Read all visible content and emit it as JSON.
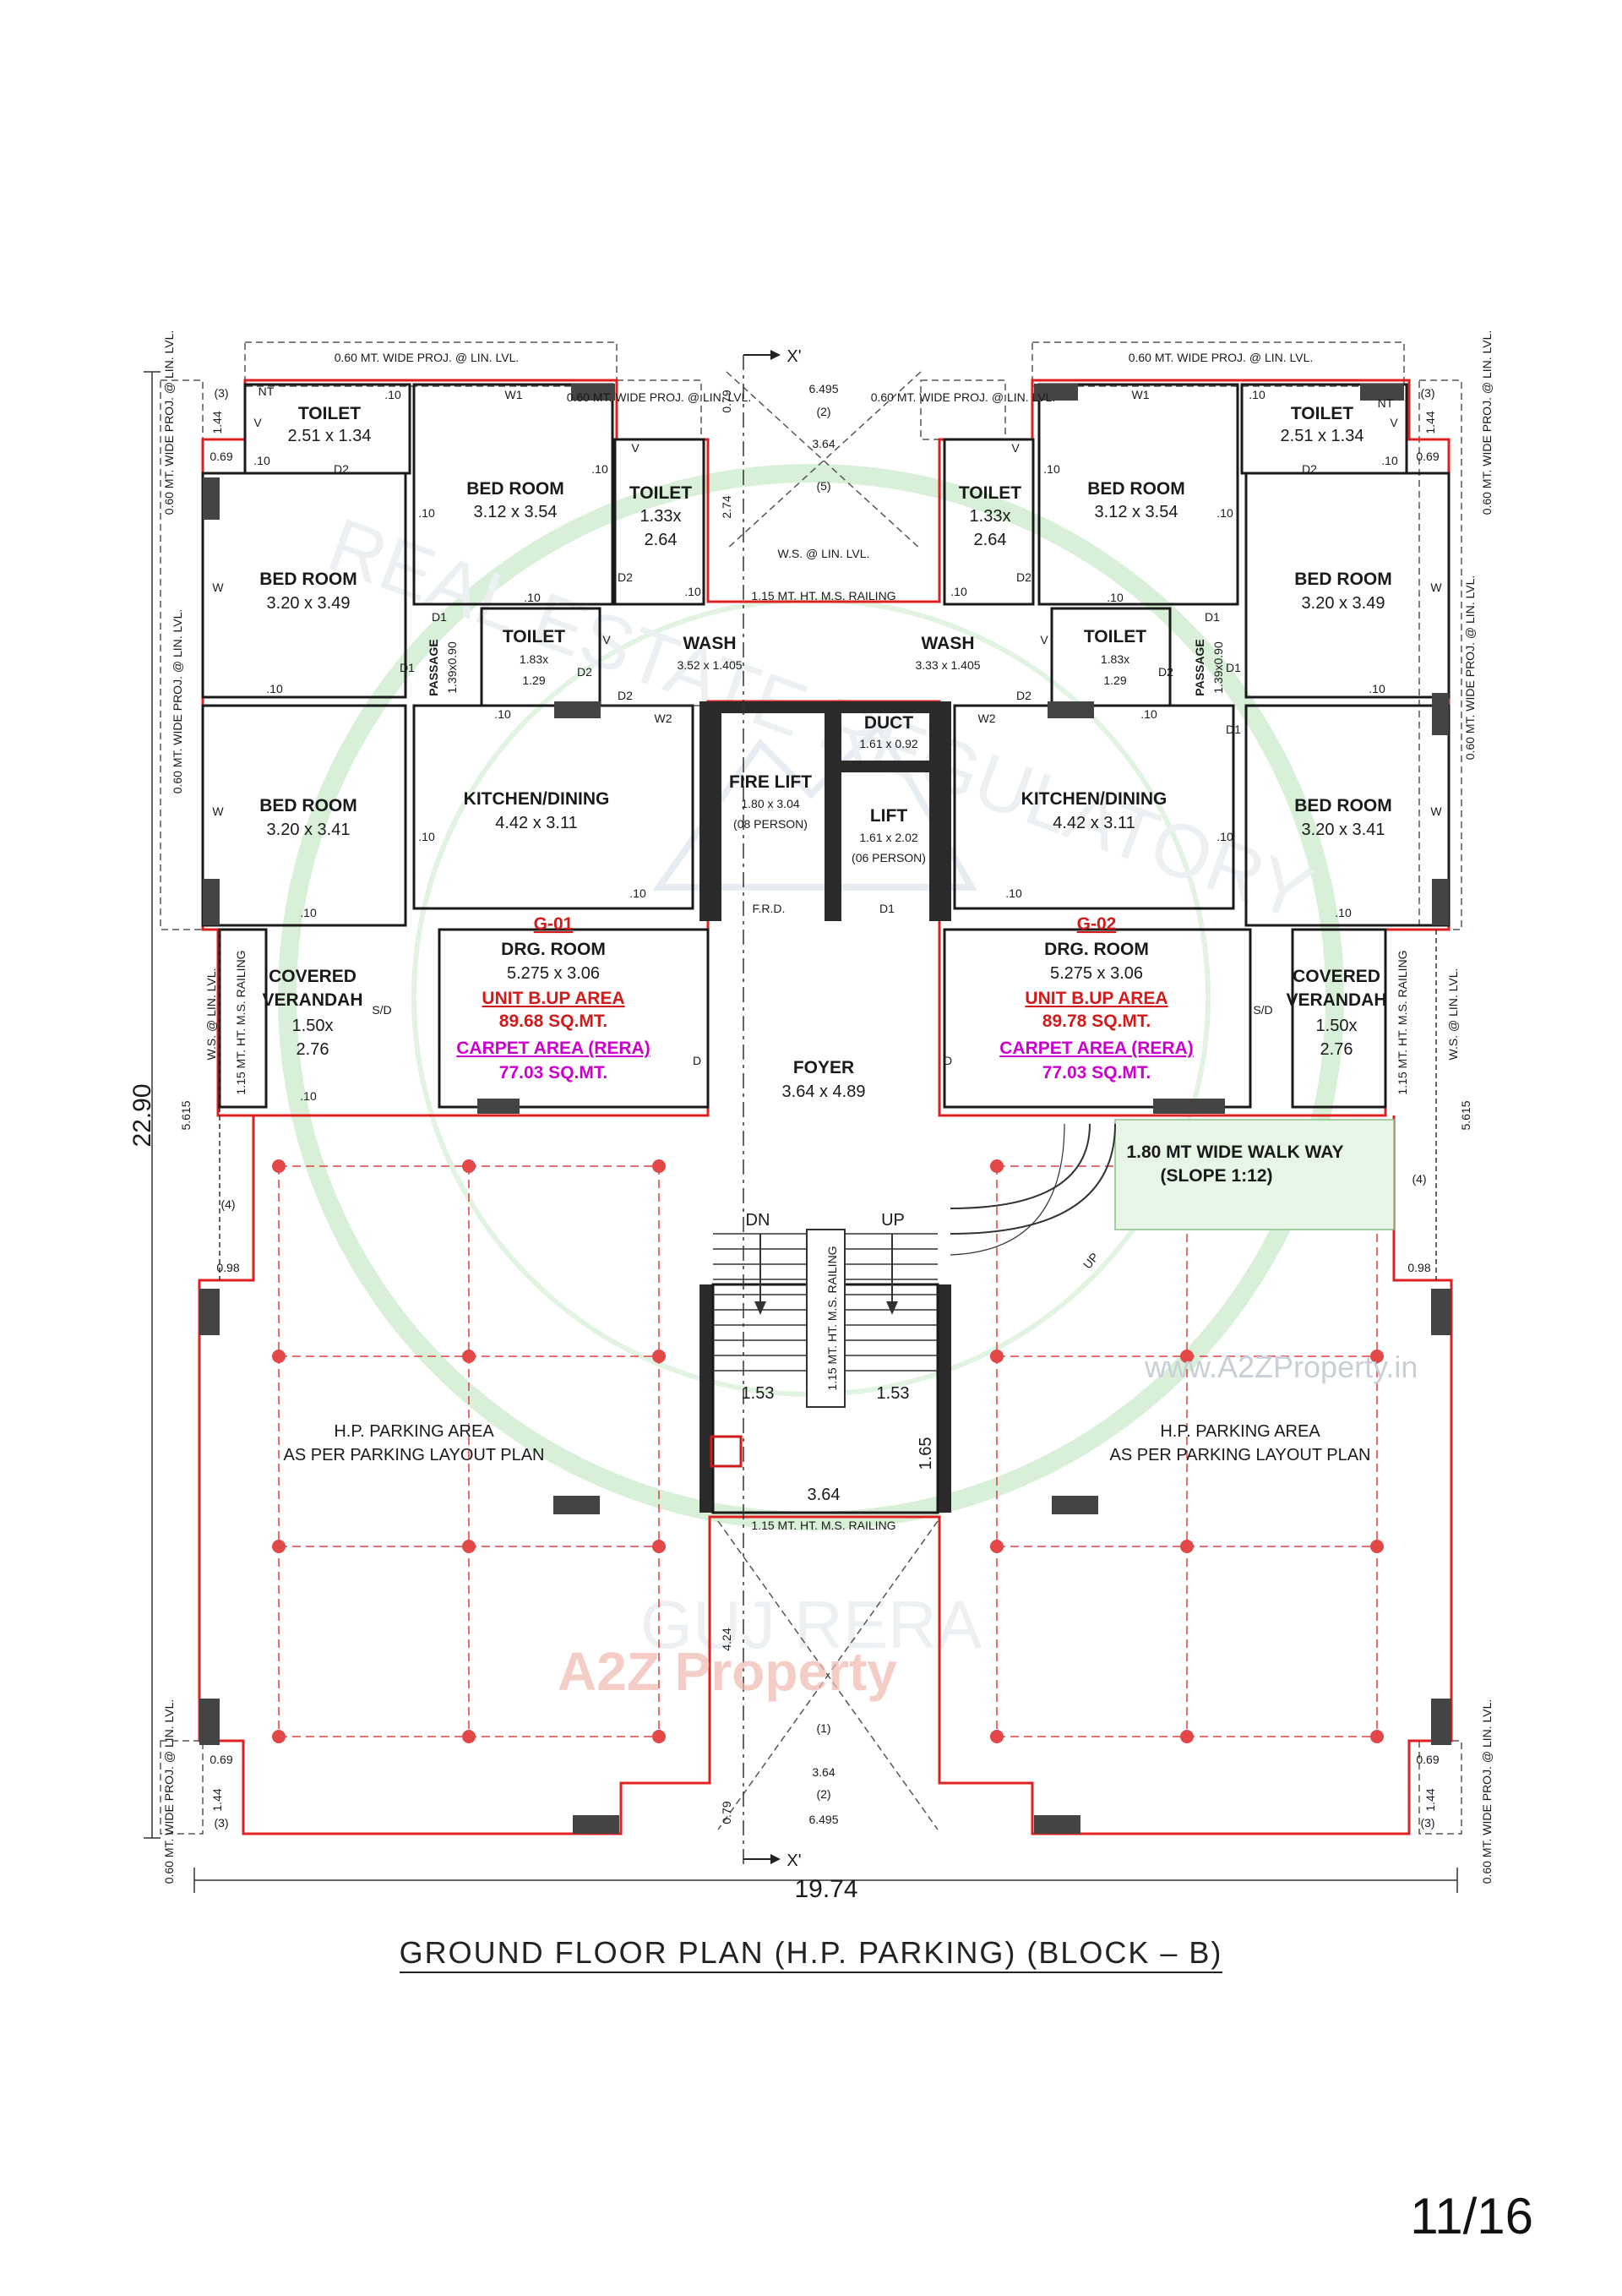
{
  "drawing_title": "GROUND FLOOR PLAN (H.P. PARKING) (BLOCK – B)",
  "page_number": "11/16",
  "watermark": {
    "url": "www.A2ZProperty.in",
    "logo": "A2Z Property",
    "seal": "GUJARAT REAL ESTATE REGULATORY AUTHORITY · GUJ RERA"
  },
  "overall_dims": {
    "width": "19.74",
    "height": "22.90",
    "side_segment": "5.615"
  },
  "section_marker": "X'",
  "projections": {
    "top_wide": "0.60 MT. WIDE PROJ. @ LIN. LVL.",
    "side_wide": "0.60 MT. WIDE PROJ. @ LIN. LVL.",
    "small_top": "0.60 MT. WIDE PROJ. @ LIN. LVL.",
    "corner_short": "0.60 MT. WIDE PROJ. @ LIN. LVL."
  },
  "ws_note": "W.S. @ LIN. LVL.",
  "railings": {
    "top": "1.15 MT. HT. M.S. RAILING",
    "stair": "1.15 MT. HT. M.S. RAILING",
    "bottom": "1.15 MT. HT. M.S. RAILING",
    "verandah": "1.15 MT. HT. M.S. RAILING"
  },
  "marks": {
    "m1": "(1)",
    "m2": "(2)",
    "m3": "(3)",
    "m4": "(4)",
    "m5": "(5)"
  },
  "dims": {
    "d6495": "6.495",
    "d364": "3.64",
    "d079": "0.79",
    "d274": "2.74",
    "d424": "4.24",
    "d144": "1.44",
    "d069": "0.69",
    "d098": "0.98",
    "d153": "1.53",
    "d165": "1.65",
    "wall10": ".10"
  },
  "tags": {
    "w": "W",
    "w1": "W1",
    "w2": "W2",
    "v": "V",
    "d": "D",
    "d1": "D1",
    "d2": "D2",
    "nt": "NT",
    "sd": "S/D",
    "frd": "F.R.D."
  },
  "stair": {
    "dn": "DN",
    "up": "UP"
  },
  "walkway": {
    "label": "1.80 MT WIDE WALK WAY",
    "slope": "(SLOPE  1:12)",
    "up": "UP"
  },
  "core": {
    "foyer_name": "FOYER",
    "foyer_size": "3.64 x 4.89",
    "fire_lift_name": "FIRE LIFT",
    "fire_lift_size": "1.80 x 3.04",
    "fire_lift_cap": "(08 PERSON)",
    "lift_name": "LIFT",
    "lift_size": "1.61 x 2.02",
    "lift_cap": "(06 PERSON)",
    "duct_name": "DUCT",
    "duct_size": "1.61 x 0.92"
  },
  "parking": {
    "line1": "H.P. PARKING AREA",
    "line2": "AS PER PARKING LAYOUT PLAN"
  },
  "units": [
    {
      "id": "G-01",
      "drg_name": "DRG. ROOM",
      "drg_size": "5.275 x 3.06",
      "bup_label": "UNIT B.UP AREA",
      "bup_value": "89.68 SQ.MT.",
      "carpet_label": "CARPET AREA (RERA)",
      "carpet_value": "77.03 SQ.MT.",
      "toilet_a_name": "TOILET",
      "toilet_a_size": "2.51 x 1.34",
      "bed_a_name": "BED ROOM",
      "bed_a_size": "3.12 x 3.54",
      "toilet_b_name": "TOILET",
      "toilet_b_size1": "1.33x",
      "toilet_b_size2": "2.64",
      "bed_b_name": "BED ROOM",
      "bed_b_size": "3.20 x 3.49",
      "toilet_c_name": "TOILET",
      "toilet_c_size1": "1.83x",
      "toilet_c_size2": "1.29",
      "passage_name": "PASSAGE",
      "passage_size": "1.39x0.90",
      "wash_name": "WASH",
      "wash_size": "3.52 x 1.405",
      "kitchen_name": "KITCHEN/DINING",
      "kitchen_size": "4.42 x 3.11",
      "bed_c_name": "BED ROOM",
      "bed_c_size": "3.20 x 3.41",
      "verandah_name1": "COVERED",
      "verandah_name2": "VERANDAH",
      "verandah_size1": "1.50x",
      "verandah_size2": "2.76"
    },
    {
      "id": "G-02",
      "drg_name": "DRG. ROOM",
      "drg_size": "5.275 x 3.06",
      "bup_label": "UNIT B.UP AREA",
      "bup_value": "89.78 SQ.MT.",
      "carpet_label": "CARPET AREA (RERA)",
      "carpet_value": "77.03 SQ.MT.",
      "toilet_a_name": "TOILET",
      "toilet_a_size": "2.51 x 1.34",
      "bed_a_name": "BED ROOM",
      "bed_a_size": "3.12 x 3.54",
      "toilet_b_name": "TOILET",
      "toilet_b_size1": "1.33x",
      "toilet_b_size2": "2.64",
      "bed_b_name": "BED ROOM",
      "bed_b_size": "3.20 x 3.49",
      "toilet_c_name": "TOILET",
      "toilet_c_size1": "1.83x",
      "toilet_c_size2": "1.29",
      "passage_name": "PASSAGE",
      "passage_size": "1.39x0.90",
      "wash_name": "WASH",
      "wash_size": "3.33 x 1.405",
      "kitchen_name": "KITCHEN/DINING",
      "kitchen_size": "4.42 x 3.11",
      "bed_c_name": "BED ROOM",
      "bed_c_size": "3.20 x 3.41",
      "verandah_name1": "COVERED",
      "verandah_name2": "VERANDAH",
      "verandah_size1": "1.50x",
      "verandah_size2": "2.76"
    }
  ],
  "colors": {
    "boundary_red": "#e02020",
    "carpet_magenta": "#cc00cc",
    "walkway_green": "#e6f5e6"
  }
}
